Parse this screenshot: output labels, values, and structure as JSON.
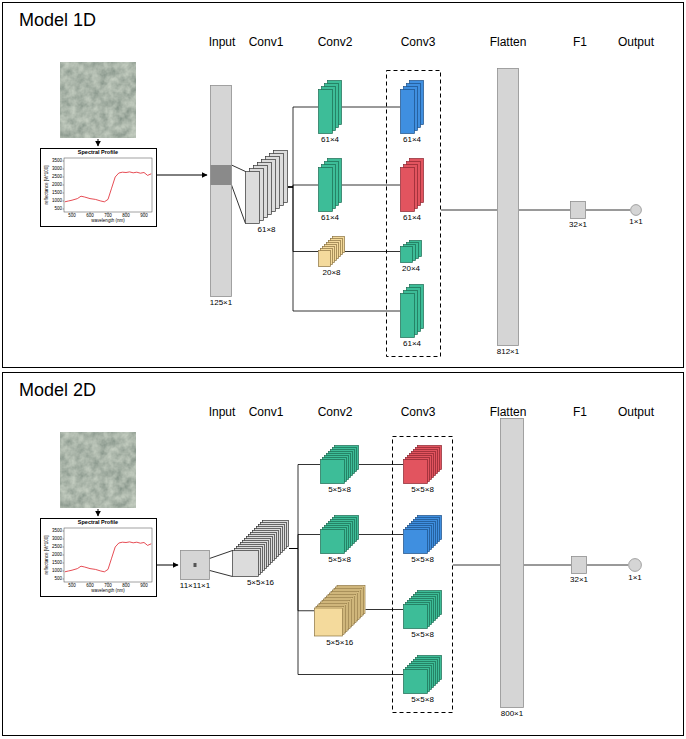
{
  "diagram": {
    "nodes": [
      {
        "text": [
          "Model 1D"
        ]
      },
      {
        "text": [
          "125×1"
        ],
        "in": 0
      },
      {
        "text": [
          "61×8"
        ],
        "in": 0
      },
      {
        "text": [
          "61×4"
        ],
        "in": 0
      },
      {
        "text": [
          "61×4"
        ],
        "in": 0
      },
      {
        "text": [
          "20×8"
        ],
        "in": 0
      },
      {
        "text": [
          "61×4"
        ],
        "in": 0
      },
      {
        "text": [
          "61×4"
        ],
        "in": 0
      },
      {
        "text": [
          "20×4"
        ],
        "in": 0
      },
      {
        "text": [
          "61×4"
        ],
        "in": 0
      },
      {
        "text": [
          "812×1"
        ],
        "in": 0
      },
      {
        "text": [
          "32×1"
        ],
        "in": 0
      },
      {
        "text": [
          "1×1"
        ],
        "in": 0
      },
      {
        "text": [
          "Model 2D"
        ]
      },
      {
        "text": [
          "11×11×1"
        ],
        "in": 13
      },
      {
        "text": [
          "5×5×16"
        ],
        "in": 13
      },
      {
        "text": [
          "5×5×8"
        ],
        "in": 13
      },
      {
        "text": [
          "5×5×8"
        ],
        "in": 13
      },
      {
        "text": [
          "5×5×16"
        ],
        "in": 13
      },
      {
        "text": [
          "5×5×8"
        ],
        "in": 13
      },
      {
        "text": [
          "5×5×8"
        ],
        "in": 13
      },
      {
        "text": [
          "5×5×8"
        ],
        "in": 13
      },
      {
        "text": [
          "5×5×8"
        ],
        "in": 13
      },
      {
        "text": [
          "800×1"
        ],
        "in": 13
      },
      {
        "text": [
          "32×1"
        ],
        "in": 13
      },
      {
        "text": [
          "1×1"
        ],
        "in": 13
      }
    ],
    "edges": [
      {
        "from": 1,
        "to": 2,
        "arrow": "none"
      },
      {
        "from": 2,
        "to": 3,
        "arrow": "none"
      },
      {
        "from": 2,
        "to": 4,
        "arrow": "none"
      },
      {
        "from": 2,
        "to": 5,
        "arrow": "none"
      },
      {
        "from": 2,
        "to": 9,
        "arrow": "none"
      },
      {
        "from": 3,
        "to": 6,
        "arrow": "none"
      },
      {
        "from": 4,
        "to": 7,
        "arrow": "none"
      },
      {
        "from": 5,
        "to": 8,
        "arrow": "none"
      },
      {
        "from": 10,
        "to": 11,
        "arrow": "none"
      },
      {
        "from": 11,
        "to": 12,
        "arrow": "none"
      },
      {
        "from": 14,
        "to": 15,
        "arrow": "none"
      },
      {
        "from": 15,
        "to": 16,
        "arrow": "none"
      },
      {
        "from": 15,
        "to": 17,
        "arrow": "none"
      },
      {
        "from": 15,
        "to": 18,
        "arrow": "none"
      },
      {
        "from": 15,
        "to": 22,
        "arrow": "none"
      },
      {
        "from": 16,
        "to": 19,
        "arrow": "none"
      },
      {
        "from": 17,
        "to": 20,
        "arrow": "none"
      },
      {
        "from": 18,
        "to": 21,
        "arrow": "none"
      },
      {
        "from": 23,
        "to": 24,
        "arrow": "none"
      },
      {
        "from": 24,
        "to": 25,
        "arrow": "none"
      }
    ],
    "labels": [
      "Input",
      "Conv1",
      "Conv2",
      "Conv3",
      "Flatten",
      "F1",
      "Output",
      "Spectral Profile",
      "reflectance [%*100]",
      "wavelength (nm)",
      "3500",
      "3000",
      "2500",
      "2000",
      "1500",
      "1000",
      "500",
      "500",
      "600",
      "700",
      "800",
      "900",
      "Input",
      "Conv1",
      "Conv2",
      "Conv3",
      "Flatten",
      "F1",
      "Output",
      "Spectral Profile",
      "reflectance [%*100]",
      "wavelength (nm)",
      "3500",
      "3000",
      "2500",
      "2000",
      "1500",
      "1000",
      "500",
      "500",
      "600",
      "700",
      "800",
      "900"
    ]
  }
}
